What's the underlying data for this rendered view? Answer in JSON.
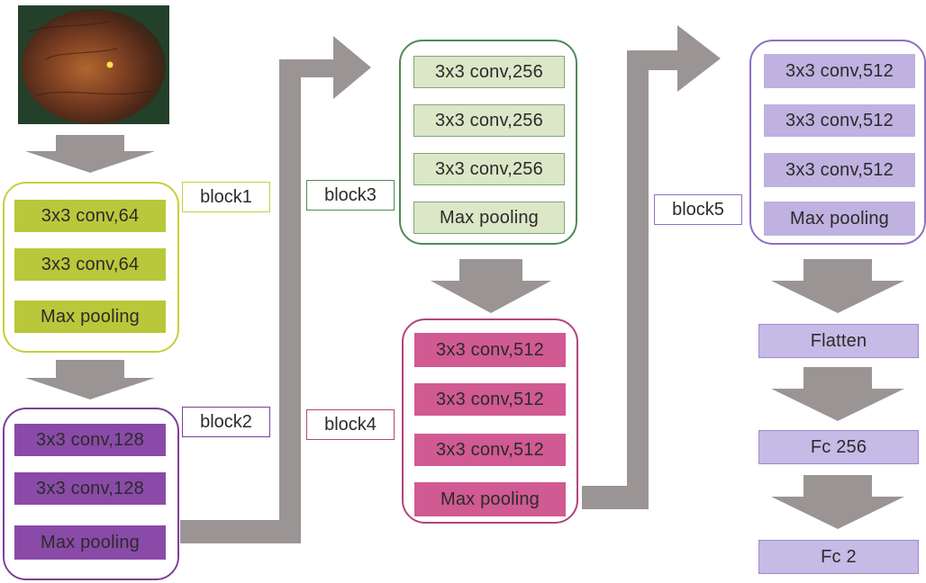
{
  "colors": {
    "arrow_gray": "#9a9594",
    "block1_border": "#c7cf3a",
    "block1_fill": "#b9c83a",
    "block2_border": "#7b3f98",
    "block2_fill": "#8a4aa8",
    "block3_border": "#4f8a55",
    "block3_fill": "#dbe7c6",
    "block4_border": "#b3457a",
    "block4_fill": "#d05a91",
    "block5_border": "#8d70c4",
    "block5_fill": "#bfb1e0",
    "dense_border": "#a18ad0",
    "dense_fill": "#c6bae6"
  },
  "input_image": {
    "icon": "fundus-photograph"
  },
  "blocks": [
    {
      "label": "block1",
      "layers": [
        "3x3 conv,64",
        "3x3 conv,64",
        "Max pooling"
      ]
    },
    {
      "label": "block2",
      "layers": [
        "3x3 conv,128",
        "3x3 conv,128",
        "Max pooling"
      ]
    },
    {
      "label": "block3",
      "layers": [
        "3x3 conv,256",
        "3x3 conv,256",
        "3x3 conv,256",
        "Max pooling"
      ]
    },
    {
      "label": "block4",
      "layers": [
        "3x3 conv,512",
        "3x3 conv,512",
        "3x3 conv,512",
        "Max pooling"
      ]
    },
    {
      "label": "block5",
      "layers": [
        "3x3 conv,512",
        "3x3 conv,512",
        "3x3 conv,512",
        "Max pooling"
      ]
    }
  ],
  "dense": {
    "flatten": "Flatten",
    "fc1": "Fc 256",
    "fc2": "Fc 2"
  }
}
